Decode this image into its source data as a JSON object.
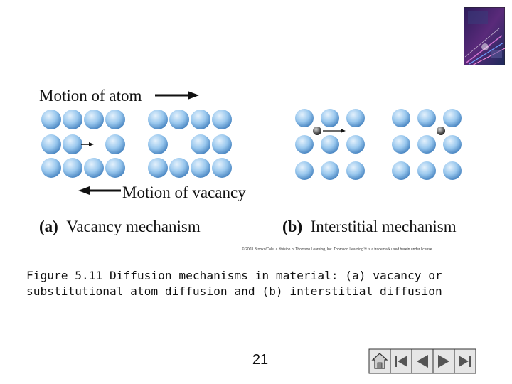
{
  "slide": {
    "diagram": {
      "motion_of_atom": "Motion of atom",
      "motion_of_vacancy": "Motion of vacancy",
      "panel_a": {
        "letter": "(a)",
        "title": "Vacancy mechanism"
      },
      "panel_b": {
        "letter": "(b)",
        "title": "Interstitial mechanism"
      }
    },
    "copyright": "© 2003 Brooks/Cole, a division of Thomson Learning, Inc. Thomson Learning™ is a trademark used herein under license.",
    "caption": "Figure 5.11  Diffusion mechanisms in material: (a) vacancy or substitutional atom diffusion and (b) interstitial diffusion",
    "page_number": "21"
  },
  "colors": {
    "divider": "#c46060",
    "atom_highlight": "#e4f1fc",
    "atom_mid": "#9ac8ee",
    "atom_edge": "#4a86c2"
  },
  "icons": [
    "home-icon",
    "first-page-icon",
    "previous-page-icon",
    "next-page-icon",
    "last-page-icon"
  ]
}
